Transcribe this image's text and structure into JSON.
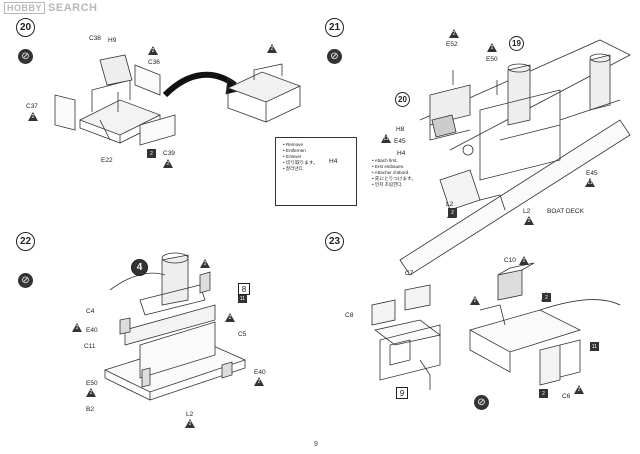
{
  "watermark": {
    "logo": "HOBBY",
    "brand": "SEARCH"
  },
  "page_number": "9",
  "steps": [
    {
      "number": "20"
    },
    {
      "number": "21"
    },
    {
      "number": "22"
    },
    {
      "number": "23"
    }
  ],
  "step19_ref": "19",
  "step20_ref": "20",
  "step4_ref": "4",
  "legend": {
    "remove_items": [
      "Remove",
      "Entfernen",
      "Enlever",
      "切り取ります。",
      "잘라낸다."
    ],
    "part": "H4"
  },
  "attach_items": [
    "Attach first.",
    "Erst einbauen.",
    "Attacher d'abord.",
    "先にとりつけます。",
    "먼저 조립한다."
  ],
  "labels": {
    "c38": "C38",
    "h9": "H9",
    "c36": "C36",
    "c37": "C37",
    "c39": "C39",
    "e22": "E22",
    "e52": "E52",
    "e50": "E50",
    "h8": "H8",
    "e45a": "E45",
    "h4": "H4",
    "e45b": "E45",
    "l2a": "L2",
    "l2b": "L2",
    "boat_deck": "BOAT DECK",
    "c4": "C4",
    "e40a": "E40",
    "c11": "C11",
    "c5": "C5",
    "e50b": "E50",
    "b2": "B2",
    "e40b": "E40",
    "l2c": "L2",
    "c7": "C7",
    "c8": "C8",
    "c10": "C10",
    "c6": "C6"
  },
  "paint_codes": {
    "p1": "2",
    "p2": "2",
    "p3": "2",
    "p4": "2",
    "p5": "2",
    "p6": "2",
    "p7": "2",
    "p8": "2",
    "p9": "11",
    "p10": "2",
    "p11": "2",
    "p12": "11",
    "p13": "2",
    "p14": "2",
    "p15": "2",
    "p16": "2",
    "p17": "2",
    "p18": "11",
    "p19": "2",
    "p20": "2",
    "p21": "2",
    "p22": "2",
    "p23": "2",
    "p24": "2",
    "p25": "11",
    "p26": "2"
  },
  "boxed_numbers": {
    "b8": "8",
    "b9": "9"
  }
}
